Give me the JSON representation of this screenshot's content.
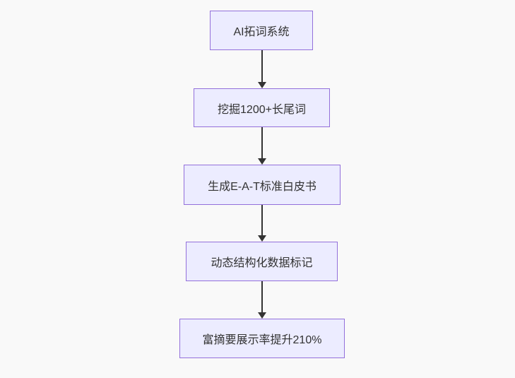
{
  "diagram": {
    "type": "flowchart",
    "direction": "top-down",
    "colors": {
      "background": "#f9f9f9",
      "node_fill": "#ECECFF",
      "node_border": "#9370DB",
      "edge": "#333333",
      "text": "#333333"
    },
    "nodes": [
      {
        "label": "AI拓词系统"
      },
      {
        "label": "挖掘1200+长尾词"
      },
      {
        "label": "生成E-A-T标准白皮书"
      },
      {
        "label": "动态结构化数据标记"
      },
      {
        "label": "富摘要展示率提升210%"
      }
    ],
    "edges": [
      {
        "from": 0,
        "to": 1
      },
      {
        "from": 1,
        "to": 2
      },
      {
        "from": 2,
        "to": 3
      },
      {
        "from": 3,
        "to": 4
      }
    ]
  }
}
